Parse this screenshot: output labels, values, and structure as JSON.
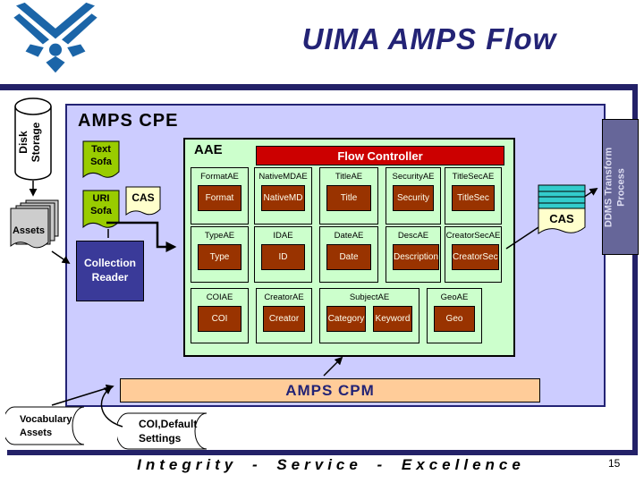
{
  "slide": {
    "title": "UIMA AMPS Flow",
    "footer": "Integrity - Service - Excellence",
    "page_number": "15"
  },
  "colors": {
    "navy": "#232375",
    "rule_navy": "#232168",
    "lavender": "#CCCCFF",
    "light_green": "#CCFFCC",
    "sofa_green": "#99CC00",
    "brown": "#993300",
    "red_banner": "#CC0000",
    "peach": "#FFCC99",
    "note_yellow": "#FFFFCC",
    "teal_stripes": "#33CCCC",
    "slate": "#666699",
    "reader_blue": "#3A3A99",
    "logo_blue": "#1B65A8"
  },
  "left_rail": {
    "disk_storage": {
      "line1": "Disk",
      "line2": "Storage"
    },
    "assets_label": "Assets",
    "vocabulary_assets": {
      "line1": "Vocabulary",
      "line2": "Assets"
    },
    "coi_default": {
      "line1": "COI,Default",
      "line2": "Settings"
    }
  },
  "cpe": {
    "title": "AMPS CPE",
    "text_sofa": {
      "line1": "Text",
      "line2": "Sofa"
    },
    "uri_sofa": {
      "line1": "URI",
      "line2": "Sofa"
    },
    "cas_label": "CAS",
    "collection_reader": {
      "line1": "Collection",
      "line2": "Reader"
    },
    "cpm_label": "AMPS CPM",
    "aae": {
      "label": "AAE",
      "flow_controller": "Flow Controller",
      "rows": [
        [
          {
            "ae": "FormatAE",
            "impl": [
              "Format"
            ]
          },
          {
            "ae": "NativeMDAE",
            "impl": [
              "NativeMD"
            ]
          },
          {
            "ae": "TitleAE",
            "impl": [
              "Title"
            ]
          },
          {
            "ae": "SecurityAE",
            "impl": [
              "Security"
            ]
          },
          {
            "ae": "TitleSecAE",
            "impl": [
              "TitleSec"
            ]
          }
        ],
        [
          {
            "ae": "TypeAE",
            "impl": [
              "Type"
            ]
          },
          {
            "ae": "IDAE",
            "impl": [
              "ID"
            ]
          },
          {
            "ae": "DateAE",
            "impl": [
              "Date"
            ]
          },
          {
            "ae": "DescAE",
            "impl": [
              "Description"
            ]
          },
          {
            "ae": "CreatorSecAE",
            "impl": [
              "CreatorSec"
            ]
          }
        ],
        [
          {
            "ae": "COIAE",
            "impl": [
              "COI"
            ]
          },
          {
            "ae": "CreatorAE",
            "impl": [
              "Creator"
            ]
          },
          {
            "ae": "SubjectAE",
            "impl": [
              "Category",
              "Keyword"
            ]
          },
          {
            "ae": "GeoAE",
            "impl": [
              "Geo"
            ]
          }
        ]
      ]
    }
  },
  "right_rail": {
    "cas_label": "CAS",
    "ddms": {
      "line1": "DDMS Transform",
      "line2": "Process"
    }
  }
}
